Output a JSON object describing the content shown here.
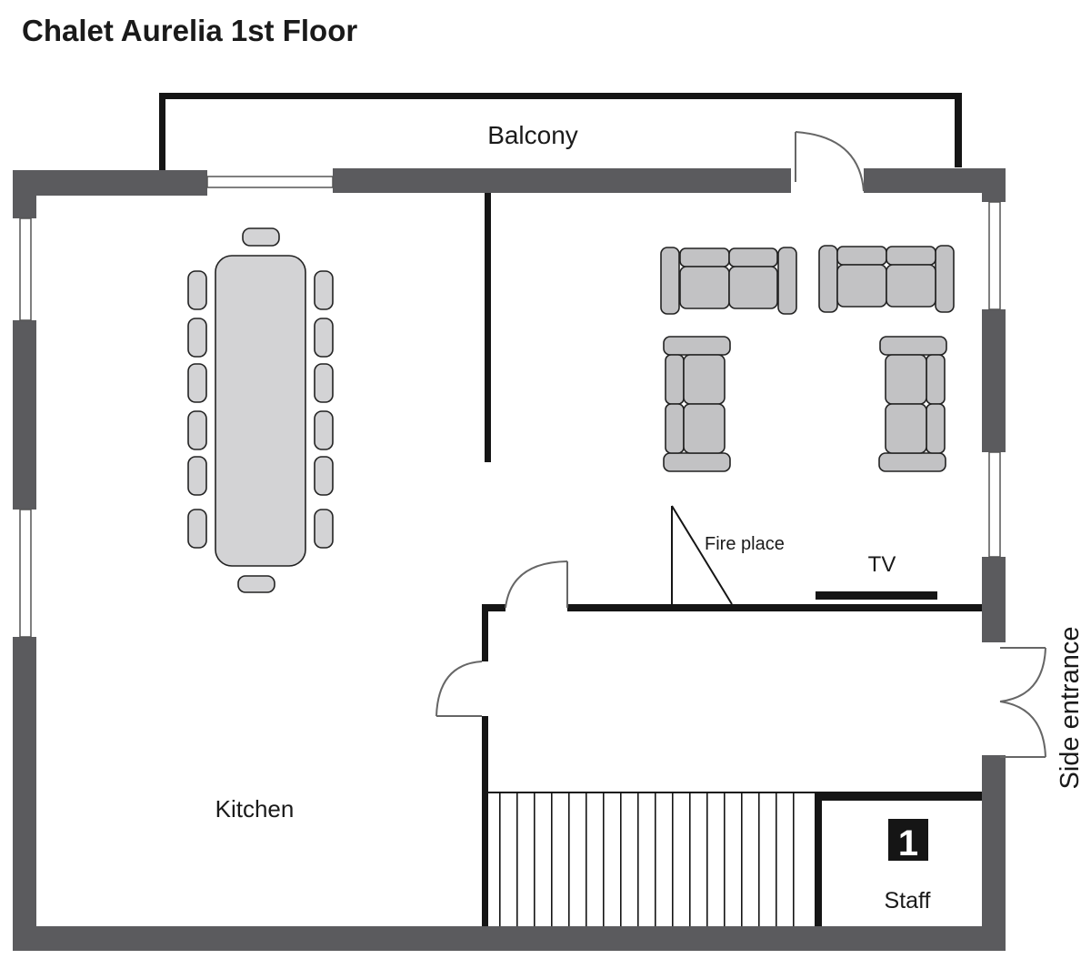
{
  "title": "Chalet Aurelia 1st Floor",
  "rooms": {
    "balcony": "Balcony",
    "kitchen": "Kitchen",
    "staff": "Staff",
    "side_entrance": "Side entrance"
  },
  "fixtures": {
    "fireplace": "Fire place",
    "tv": "TV"
  },
  "badge": {
    "number": "1"
  },
  "colors": {
    "wall": "#5b5b5e",
    "line": "#151515",
    "furniture": "#d3d3d5"
  }
}
